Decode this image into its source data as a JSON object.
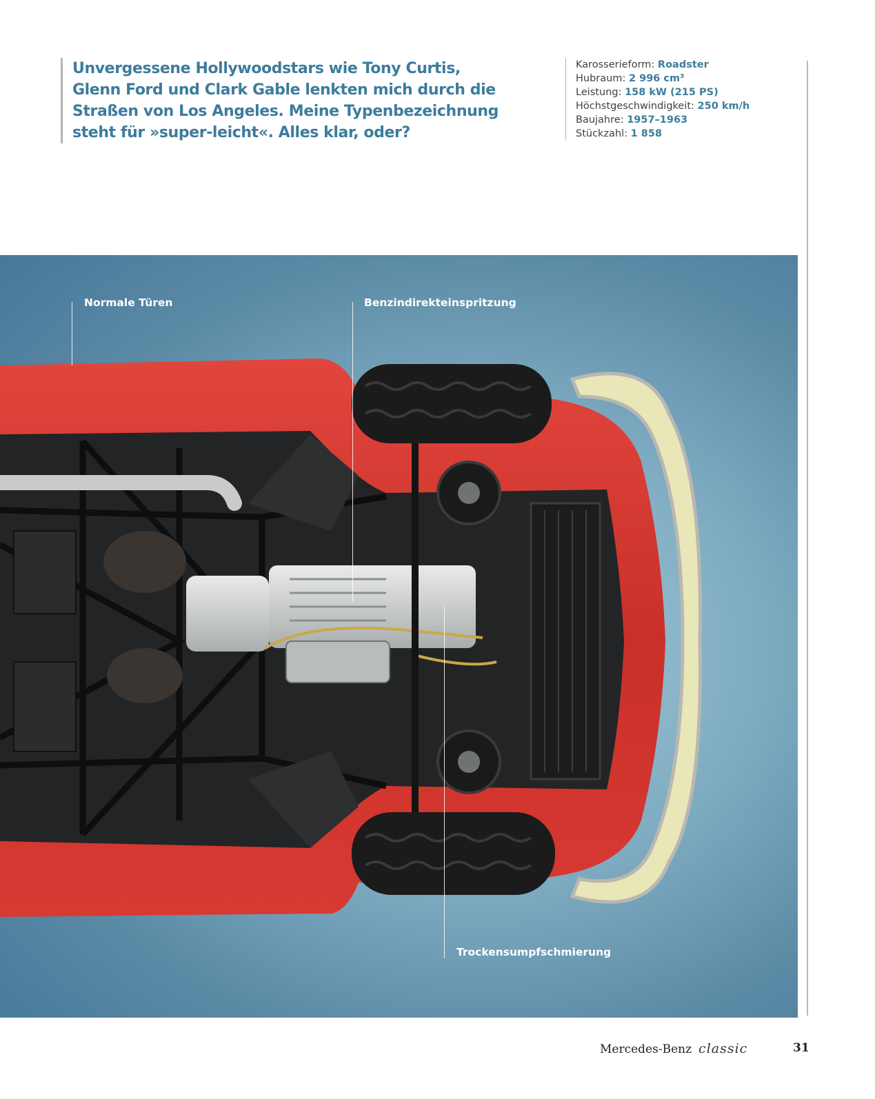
{
  "intro": {
    "lines": [
      "Unvergessene Hollywoodstars wie Tony Curtis,",
      "Glenn Ford und Clark Gable lenkten mich durch die",
      "Straßen von Los Angeles. Meine Typenbezeichnung",
      "steht für »super-leicht«. Alles klar, oder?"
    ]
  },
  "specs": [
    {
      "label": "Karosserieform:",
      "value": "Roadster"
    },
    {
      "label": "Hubraum:",
      "value": "2 996 cm³"
    },
    {
      "label": "Leistung:",
      "value": "158 kW (215 PS)"
    },
    {
      "label": "Höchstgeschwindigkeit:",
      "value": "250 km/h"
    },
    {
      "label": "Baujahre:",
      "value": "1957–1963"
    },
    {
      "label": "Stückzahl:",
      "value": "1 858"
    }
  ],
  "callouts": {
    "doors": "Normale Türen",
    "injection": "Benzindirekteinspritzung",
    "lubrication": "Trockensumpfschmierung"
  },
  "footer": {
    "brand": "Mercedes-Benz",
    "brand_script": "classic",
    "page_number": "31"
  },
  "colors": {
    "accent": "#3d7c9d",
    "car_body": "#d83a32",
    "background_blue": "#5b8aa5"
  }
}
